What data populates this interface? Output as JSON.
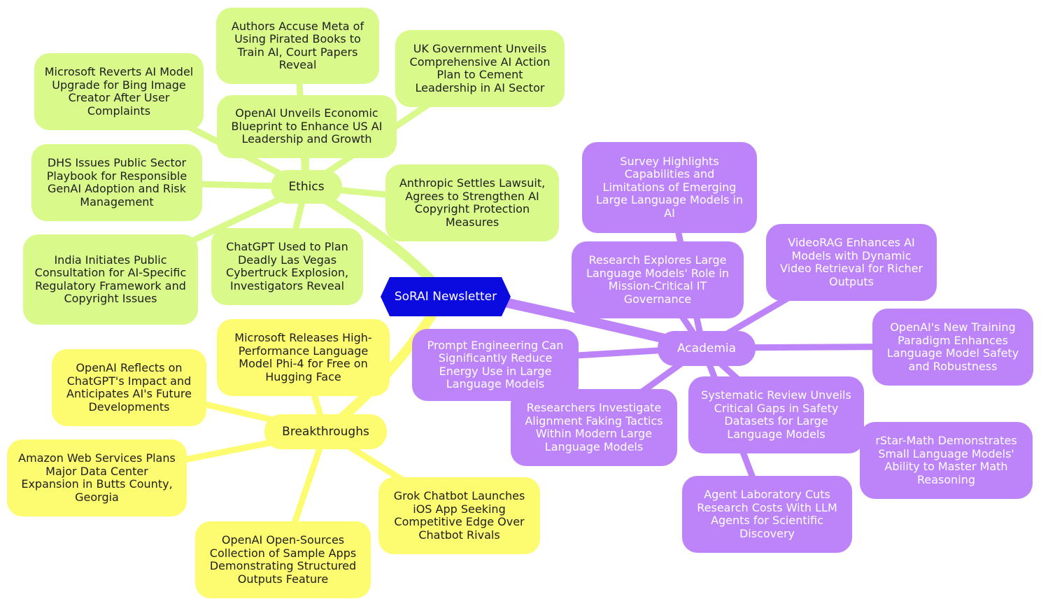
{
  "root": {
    "label": "SoRAI Newsletter"
  },
  "colors": {
    "root": "#0b0bdf",
    "ethics": "#d9f98a",
    "breakthroughs": "#fdfb70",
    "academia": "#bd84fa"
  },
  "ethics": {
    "label": "Ethics",
    "items": [
      "Authors Accuse Meta of Using Pirated Books to Train AI, Court Papers Reveal",
      "UK Government Unveils Comprehensive AI Action Plan to Cement Leadership in AI Sector",
      "Microsoft Reverts AI Model Upgrade for Bing Image Creator After User Complaints",
      "OpenAI Unveils Economic Blueprint to Enhance US AI Leadership and Growth",
      "DHS Issues Public Sector Playbook for Responsible GenAI Adoption and Risk Management",
      "Anthropic Settles Lawsuit, Agrees to Strengthen AI Copyright Protection Measures",
      "India Initiates Public Consultation for AI-Specific Regulatory Framework and Copyright Issues",
      "ChatGPT Used to Plan Deadly Las Vegas Cybertruck Explosion, Investigators Reveal"
    ]
  },
  "breakthroughs": {
    "label": "Breakthroughs",
    "items": [
      "Microsoft Releases High-Performance Language Model Phi-4 for Free on Hugging Face",
      "OpenAI Reflects on ChatGPT's Impact and Anticipates AI's Future Developments",
      "Amazon Web Services Plans Major Data Center Expansion in Butts County, Georgia",
      "Grok Chatbot Launches iOS App Seeking Competitive Edge Over Chatbot Rivals",
      "OpenAI Open-Sources Collection of Sample Apps Demonstrating Structured Outputs Feature"
    ]
  },
  "academia": {
    "label": "Academia",
    "items": [
      "Survey Highlights Capabilities and Limitations of Emerging Large Language Models in AI",
      "Research Explores Large Language Models' Role in Mission-Critical IT Governance",
      "VideoRAG Enhances AI Models with Dynamic Video Retrieval for Richer Outputs",
      "OpenAI's New Training Paradigm Enhances Language Model Safety and Robustness",
      "Prompt Engineering Can Significantly Reduce Energy Use in Large Language Models",
      "Systematic Review Unveils Critical Gaps in Safety Datasets for Large Language Models",
      "Researchers Investigate Alignment Faking Tactics Within Modern Large Language Models",
      "rStar-Math Demonstrates Small Language Models' Ability to Master Math Reasoning",
      "Agent Laboratory Cuts Research Costs With LLM Agents for Scientific Discovery"
    ]
  }
}
